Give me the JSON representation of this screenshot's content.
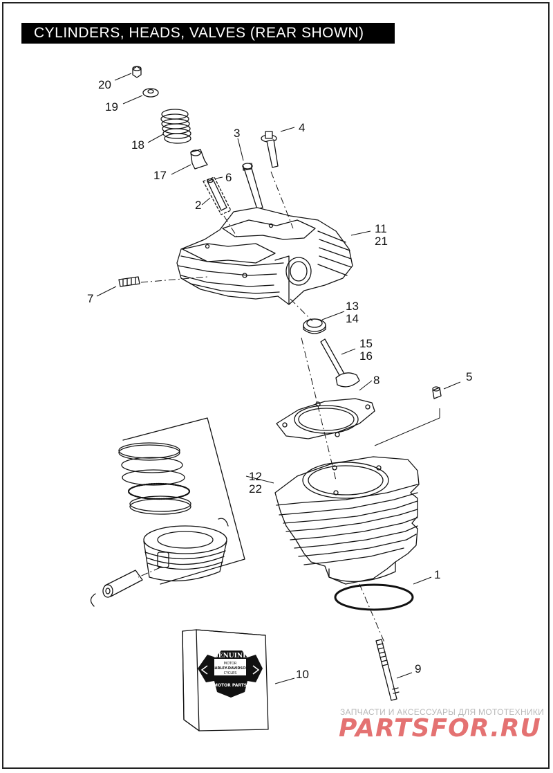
{
  "title": "CYLINDERS, HEADS, VALVES (REAR SHOWN)",
  "callouts": [
    "1",
    "2",
    "3",
    "4",
    "5",
    "6",
    "7",
    "8",
    "9",
    "10",
    "11",
    "12",
    "13",
    "14",
    "15",
    "16",
    "17",
    "18",
    "19",
    "20",
    "21",
    "22"
  ],
  "logo": {
    "top": "GENUINE",
    "mid1": "MOTOR",
    "mid2": "HARLEY-DAVIDSON",
    "mid3": "CYCLES",
    "bottom": "MOTOR PARTS"
  },
  "watermark": {
    "caption": "ЗАПЧАСТИ И АКСЕССУАРЫ ДЛЯ МОТОТЕХНИКИ",
    "brand": "PARTSFOR.RU"
  },
  "colors": {
    "title_bg": "#000000",
    "title_fg": "#ffffff",
    "watermark_brand": "#e05a5a"
  }
}
